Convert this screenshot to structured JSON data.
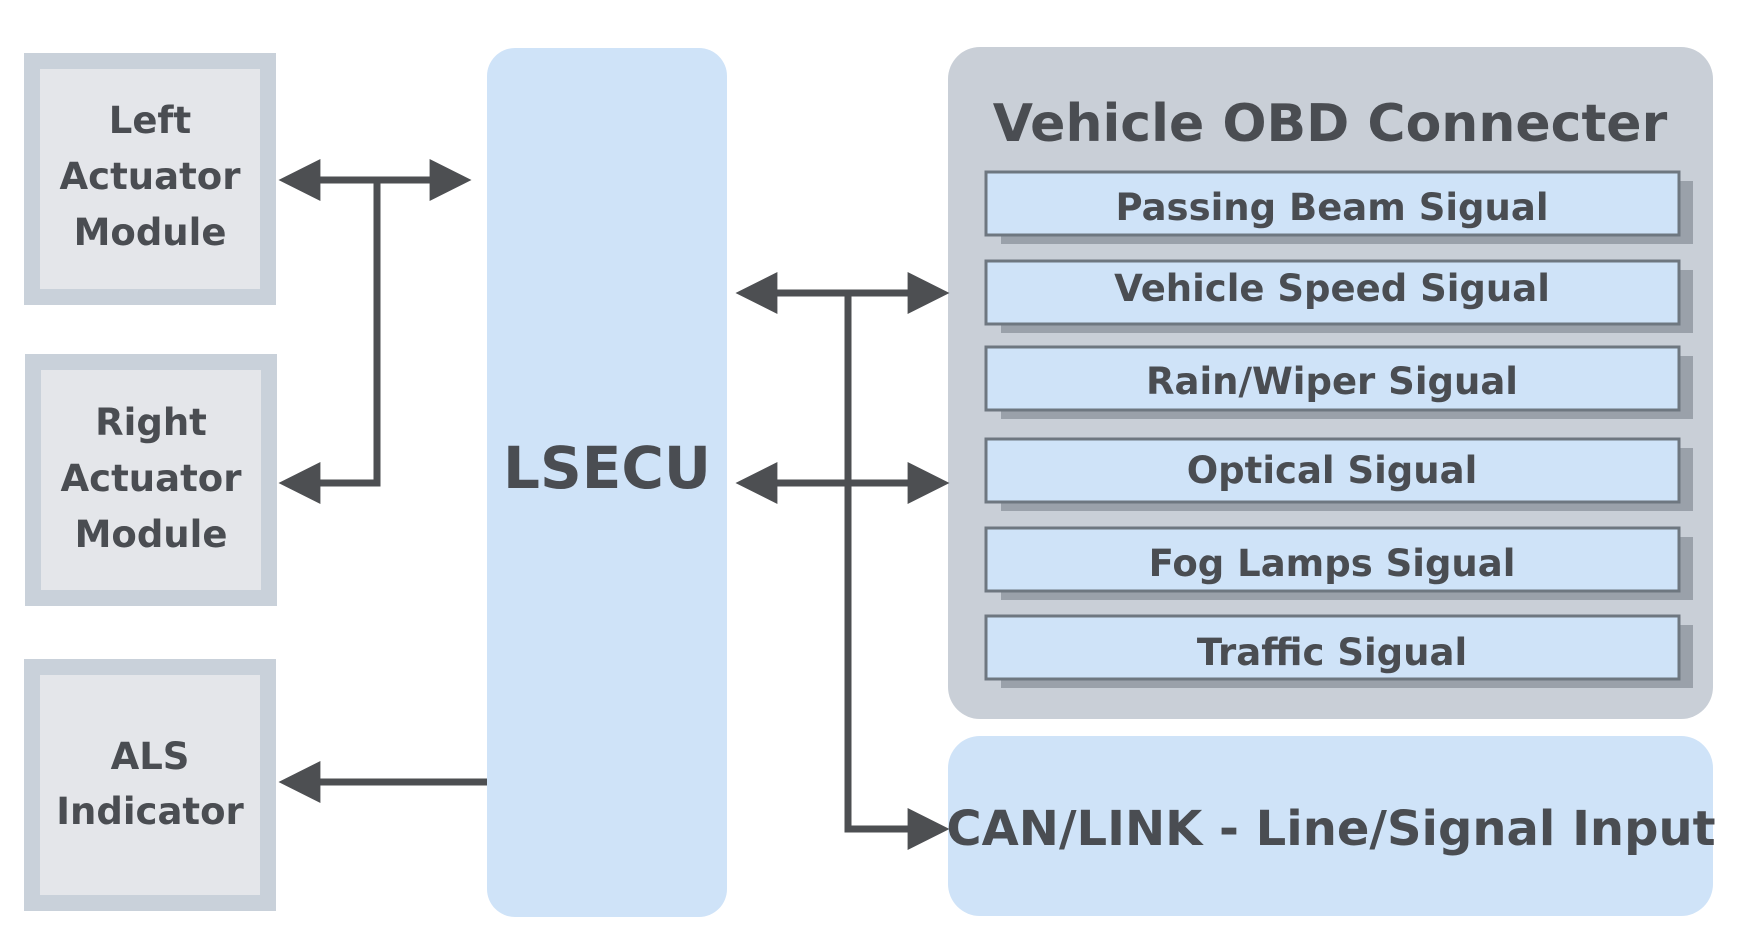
{
  "colors": {
    "module_outer": "#c9d1da",
    "module_inner": "#e4e6ea",
    "ecu_fill": "#cfe3f8",
    "obd_panel": "#c9cfd7",
    "signal_fill": "#cfe3f8",
    "signal_border": "#6e7780",
    "signal_shadow": "#9aa1aa",
    "arrow": "#4d4f52",
    "text": "#4a4d52"
  },
  "modules": {
    "left_actuator": [
      "Left",
      "Actuator",
      "Module"
    ],
    "right_actuator": [
      "Right",
      "Actuator",
      "Module"
    ],
    "als_indicator": [
      "ALS",
      "Indicator"
    ]
  },
  "ecu": {
    "label": "LSECU"
  },
  "obd": {
    "title": "Vehicle OBD Connecter",
    "signals": [
      "Passing Beam Sigual",
      "Vehicle Speed Sigual",
      "Rain/Wiper Sigual",
      "Optical Sigual",
      "Fog Lamps Sigual",
      "Traffic Sigual"
    ]
  },
  "can": {
    "label": "CAN/LINK - Line/Signal Input"
  }
}
